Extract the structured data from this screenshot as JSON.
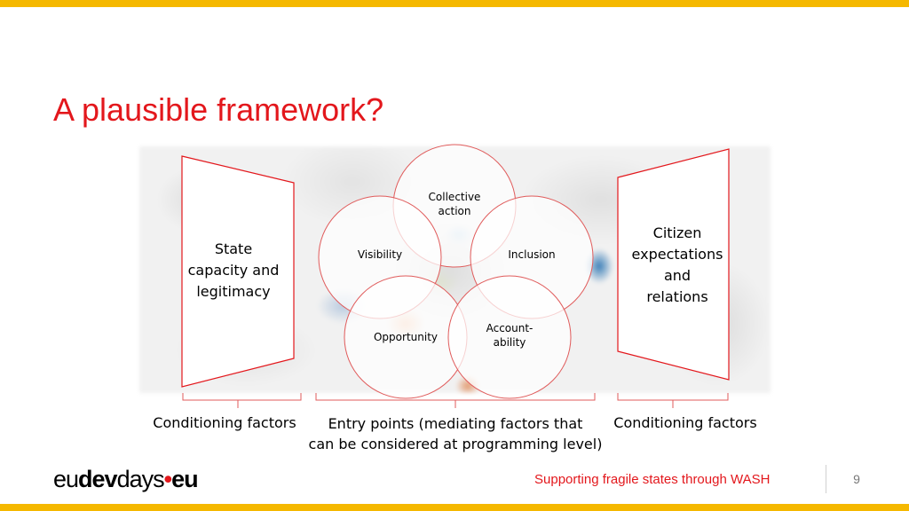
{
  "slide": {
    "title": "A plausible framework?"
  },
  "diagram": {
    "left_panel": {
      "lines": [
        "State",
        "capacity and",
        "legitimacy"
      ]
    },
    "right_panel": {
      "lines": [
        "Citizen",
        "expectations",
        "and",
        "relations"
      ]
    },
    "circles": [
      {
        "lines": [
          "Collective",
          "action"
        ]
      },
      {
        "lines": [
          "Visibility"
        ]
      },
      {
        "lines": [
          "Inclusion"
        ]
      },
      {
        "lines": [
          "Opportunity"
        ]
      },
      {
        "lines": [
          "Account-",
          "ability"
        ]
      }
    ],
    "captions": {
      "left": "Conditioning factors",
      "center_line1": "Entry points (mediating factors that",
      "center_line2": "can be considered at programming level)",
      "right": "Conditioning factors"
    },
    "colors": {
      "accent_red": "#e3171c",
      "brace_red": "#e05b5b"
    }
  },
  "footer": {
    "logo": {
      "part1": "eu",
      "part2": "dev",
      "part3": "days",
      "dot": "•",
      "part4": "eu"
    },
    "tagline": "Supporting fragile states through WASH",
    "page_number": "9"
  },
  "brand": {
    "bar_color": "#f5b800",
    "title_color": "#e3171c"
  }
}
